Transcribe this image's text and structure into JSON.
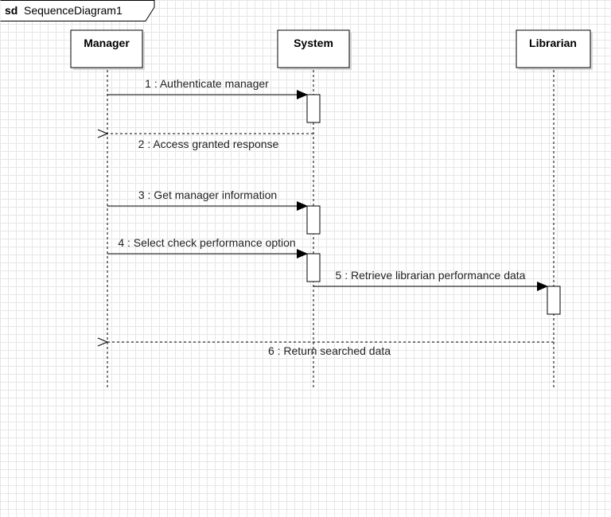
{
  "diagram": {
    "frame": {
      "keyword": "sd",
      "name": "SequenceDiagram1"
    },
    "lifelines": [
      {
        "id": "manager",
        "name": "Manager"
      },
      {
        "id": "system",
        "name": "System"
      },
      {
        "id": "librarian",
        "name": "Librarian"
      }
    ],
    "messages": [
      {
        "label": "1 : Authenticate manager",
        "from": "manager",
        "to": "system",
        "kind": "sync"
      },
      {
        "label": "2 : Access granted response",
        "from": "system",
        "to": "manager",
        "kind": "return"
      },
      {
        "label": "3 : Get manager information",
        "from": "manager",
        "to": "system",
        "kind": "sync"
      },
      {
        "label": "4 : Select check performance option",
        "from": "manager",
        "to": "system",
        "kind": "sync"
      },
      {
        "label": "5 : Retrieve librarian performance data",
        "from": "system",
        "to": "librarian",
        "kind": "sync"
      },
      {
        "label": "6 : Return searched data",
        "from": "librarian",
        "to": "manager",
        "kind": "return"
      }
    ]
  }
}
